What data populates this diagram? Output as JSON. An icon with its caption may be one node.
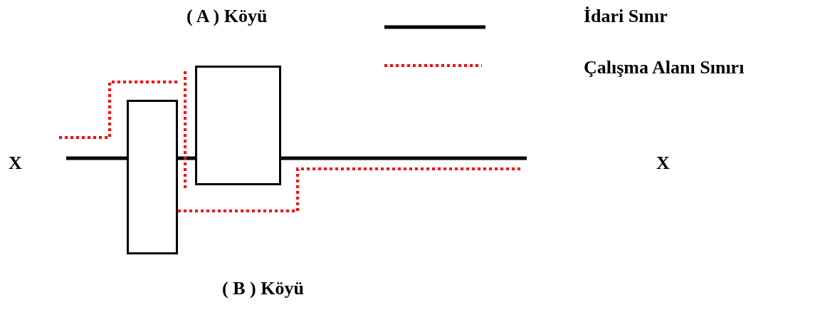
{
  "diagram": {
    "nodes": [
      {
        "text": [],
        "shape": "box"
      },
      {
        "text": [],
        "shape": "box"
      }
    ],
    "edges": [
      {
        "from": null,
        "to": 0,
        "arrow": "none"
      },
      {
        "from": 0,
        "to": 1,
        "arrow": "none"
      },
      {
        "from": 1,
        "to": null,
        "arrow": "none"
      }
    ],
    "labels": [
      "( A ) Köyü",
      "X",
      "X",
      "( B ) Köyü"
    ],
    "legend": [
      {
        "text": "İdari Sınır"
      },
      {
        "text": "Çalışma Alanı Sınırı"
      }
    ]
  }
}
